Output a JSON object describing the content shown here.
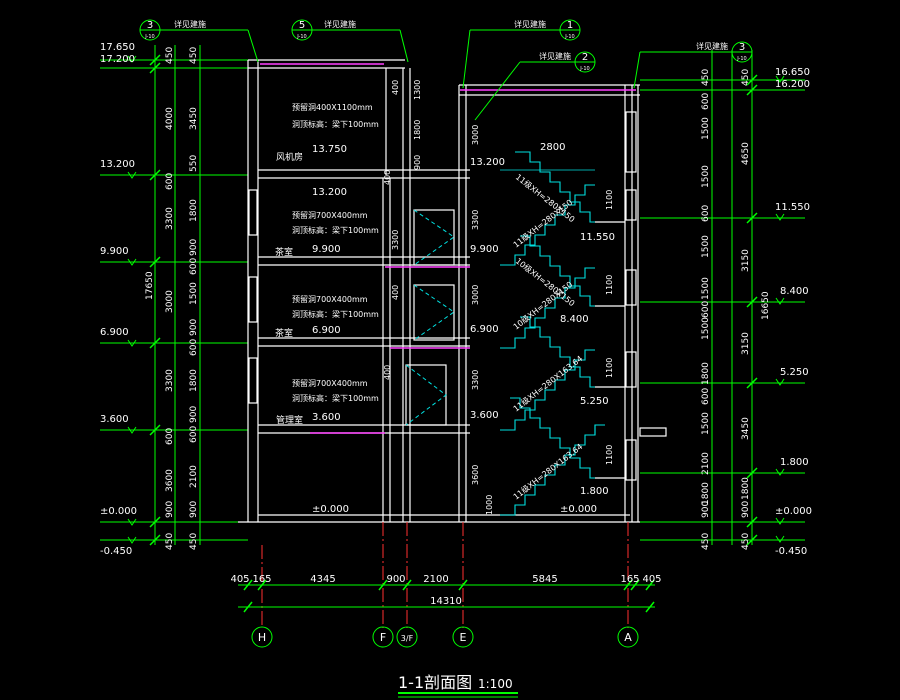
{
  "colors": {
    "background": "#000000",
    "wall": "#ffffff",
    "dimension": "#00ff00",
    "axis": "#ff3030",
    "stair": "#00e0e0",
    "slab_highlight": "#ff40ff",
    "label": "#ffffff",
    "title": "#ffffff"
  },
  "title": {
    "main": "1-1剖面图",
    "scale": "1:100"
  },
  "left_levels": [
    "17.650",
    "17.200",
    "13.200",
    "9.900",
    "6.900",
    "3.600",
    "±0.000",
    "-0.450"
  ],
  "right_levels": [
    "16.650",
    "16.200",
    "11.550",
    "8.400",
    "5.250",
    "1.800",
    "±0.000",
    "-0.450"
  ],
  "left_dims_outer": [
    "450",
    "4000",
    "600",
    "3300",
    "3000",
    "3300",
    "600",
    "3600",
    "900",
    "450"
  ],
  "left_dims_inner": [
    "450",
    "3450",
    "550",
    "1800",
    "900",
    "600",
    "1500",
    "900",
    "600",
    "1800",
    "900",
    "600",
    "2100",
    "900",
    "450"
  ],
  "left_total": "17650",
  "right_dims_outer": [
    "450",
    "4650",
    "3150",
    "3150",
    "3450",
    "1800",
    "900",
    "450"
  ],
  "right_dims_inner": [
    "450",
    "600",
    "1500",
    "1500",
    "600",
    "1500",
    "1500",
    "600",
    "1500",
    "1800",
    "600",
    "1500",
    "2100",
    "1800",
    "900",
    "450"
  ],
  "right_total": "16650",
  "bottom_dims": [
    "405",
    "165",
    "4345",
    "900",
    "2100",
    "5845",
    "165",
    "405"
  ],
  "bottom_total": "14310",
  "axes": [
    "H",
    "F",
    "3/F",
    "E",
    "A"
  ],
  "callouts": [
    {
      "num": "3",
      "sheet": "J-10",
      "text": "详见建施"
    },
    {
      "num": "5",
      "sheet": "J-10",
      "text": "详见建施"
    },
    {
      "num": "1",
      "sheet": "J-10",
      "text": "详见建施"
    },
    {
      "num": "2",
      "sheet": "J-10",
      "text": "详见建施"
    },
    {
      "num": "3",
      "sheet": "J-10",
      "text": "详见建施"
    }
  ],
  "rooms": {
    "fan_room": "风机房",
    "tea_room_1": "茶室",
    "tea_room_2": "茶室",
    "management_room": "管理室"
  },
  "floor_levels_inside": [
    "13.750",
    "13.200",
    "9.900",
    "6.900",
    "3.600",
    "±0.000"
  ],
  "stair_levels": [
    "13.200",
    "11.550",
    "9.900",
    "8.400",
    "6.900",
    "5.250",
    "3.600",
    "1.800",
    "±0.000"
  ],
  "stair_notes": [
    "11级XH=280X150",
    "11级XH=280X150",
    "10级XH=280X150",
    "10级XH=280X150",
    "11级XH=280X163.64",
    "11级XH=280X163.64"
  ],
  "stair_width": "2800",
  "openings": [
    {
      "size": "预留洞400X1100mm",
      "elev": "洞顶标高：梁下100mm"
    },
    {
      "size": "预留洞700X400mm",
      "elev": "洞顶标高：梁下100mm"
    },
    {
      "size": "预留洞700X400mm",
      "elev": "洞顶标高：梁下100mm"
    },
    {
      "size": "预留洞700X400mm",
      "elev": "洞顶标高：梁下100mm"
    }
  ],
  "core_dims": [
    "400",
    "1300",
    "1800",
    "900",
    "400",
    "400",
    "400",
    "3300",
    "3000",
    "3300",
    "3600",
    "1000",
    "1100",
    "1100",
    "1100",
    "1100",
    "3000",
    "3300"
  ]
}
